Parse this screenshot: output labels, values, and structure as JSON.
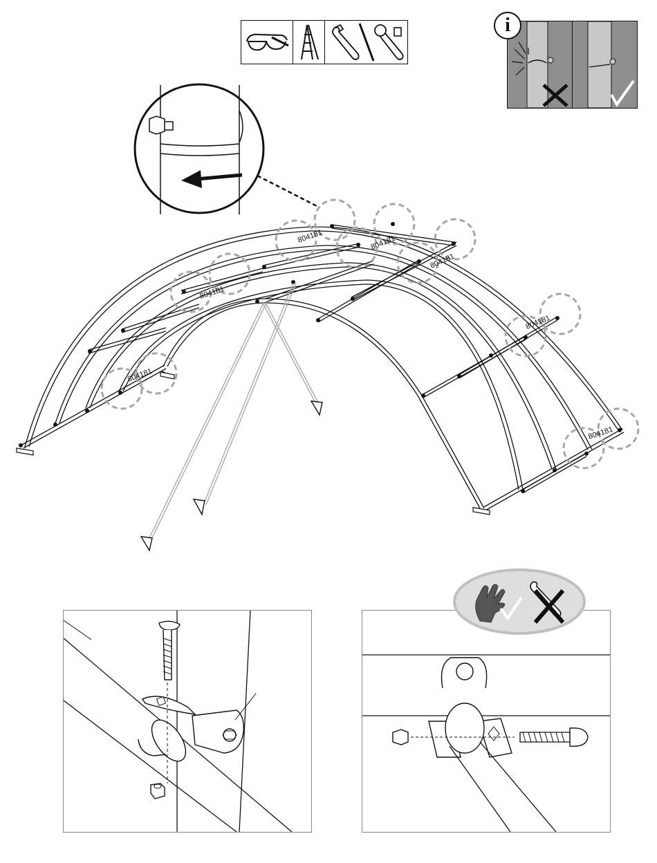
{
  "part_labels": {
    "clamp_1": "804181",
    "clamp_2": "804181",
    "clamp_3": "804181",
    "clamp_4": "804181",
    "clamp_5": "804181",
    "clamp_6": "804181",
    "clamp_7": "804181"
  },
  "tools": [
    "safety-glasses",
    "step-ladder",
    "adjustable-wrench",
    "socket-wrench"
  ],
  "info_icon": "i",
  "info_panels": [
    {
      "state": "incorrect",
      "mark": "cross"
    },
    {
      "state": "correct",
      "mark": "check"
    }
  ],
  "tighten_badge": {
    "hand": "hand-tight",
    "hand_mark": "check",
    "wrench": "adjustable-wrench",
    "wrench_mark": "cross"
  },
  "colors": {
    "line": "#111111",
    "ghost": "#9a9a9a",
    "guide": "#b5b5b5",
    "panel_gray": "#8f8f8f",
    "badge_fill": "#dedede"
  }
}
